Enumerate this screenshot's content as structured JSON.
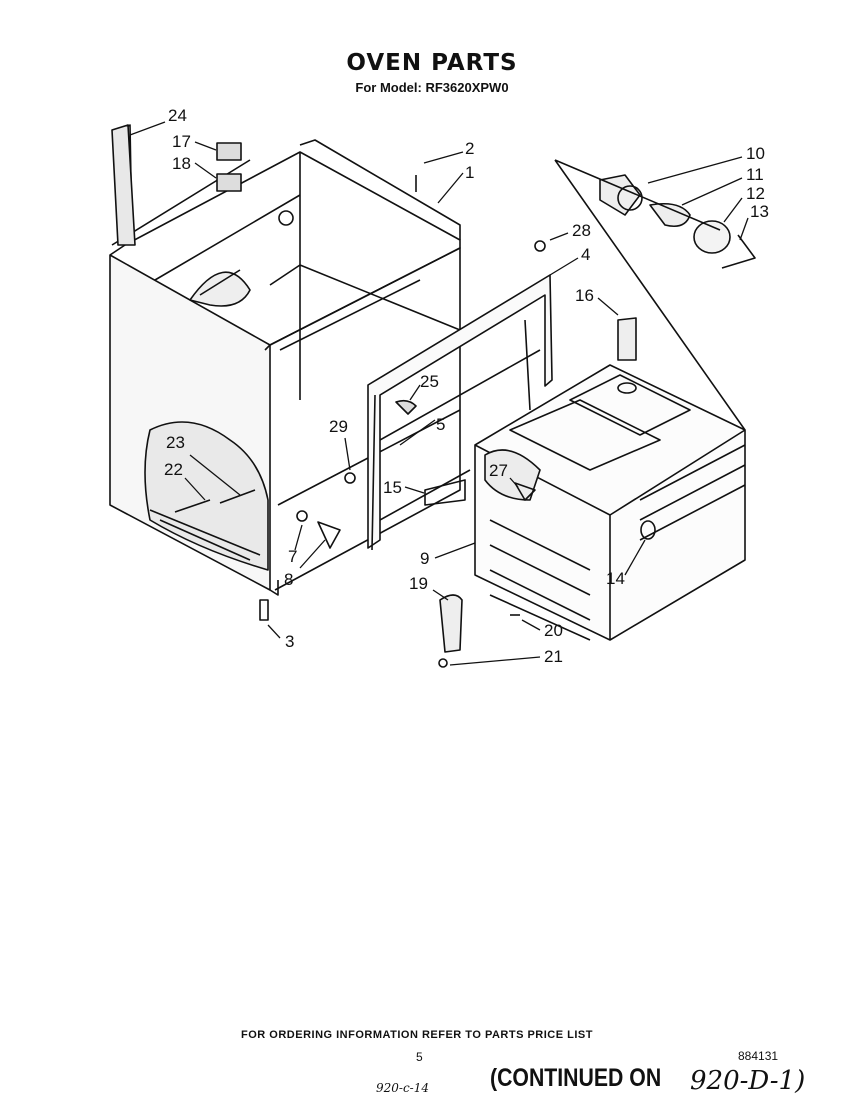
{
  "header": {
    "title": "OVEN PARTS",
    "model_line": "For Model: RF3620XPW0"
  },
  "callouts": [
    {
      "id": "c24",
      "label": "24"
    },
    {
      "id": "c17",
      "label": "17"
    },
    {
      "id": "c18",
      "label": "18"
    },
    {
      "id": "c2",
      "label": "2"
    },
    {
      "id": "c1",
      "label": "1"
    },
    {
      "id": "c10",
      "label": "10"
    },
    {
      "id": "c11",
      "label": "11"
    },
    {
      "id": "c12",
      "label": "12"
    },
    {
      "id": "c13",
      "label": "13"
    },
    {
      "id": "c28",
      "label": "28"
    },
    {
      "id": "c4",
      "label": "4"
    },
    {
      "id": "c16",
      "label": "16"
    },
    {
      "id": "c25",
      "label": "25"
    },
    {
      "id": "c29",
      "label": "29"
    },
    {
      "id": "c5",
      "label": "5"
    },
    {
      "id": "c23",
      "label": "23"
    },
    {
      "id": "c22",
      "label": "22"
    },
    {
      "id": "c27",
      "label": "27"
    },
    {
      "id": "c15",
      "label": "15"
    },
    {
      "id": "c7",
      "label": "7"
    },
    {
      "id": "c8",
      "label": "8"
    },
    {
      "id": "c9",
      "label": "9"
    },
    {
      "id": "c14",
      "label": "14"
    },
    {
      "id": "c19",
      "label": "19"
    },
    {
      "id": "c20",
      "label": "20"
    },
    {
      "id": "c3",
      "label": "3"
    },
    {
      "id": "c21",
      "label": "21"
    }
  ],
  "footer": {
    "ordering_note": "FOR ORDERING INFORMATION REFER TO PARTS PRICE LIST",
    "page_number": "5",
    "doc_number": "884131",
    "handwritten_ref": "920-c-14",
    "continued_label": "(CONTINUED ON",
    "continued_ref": "920-D-1)"
  }
}
